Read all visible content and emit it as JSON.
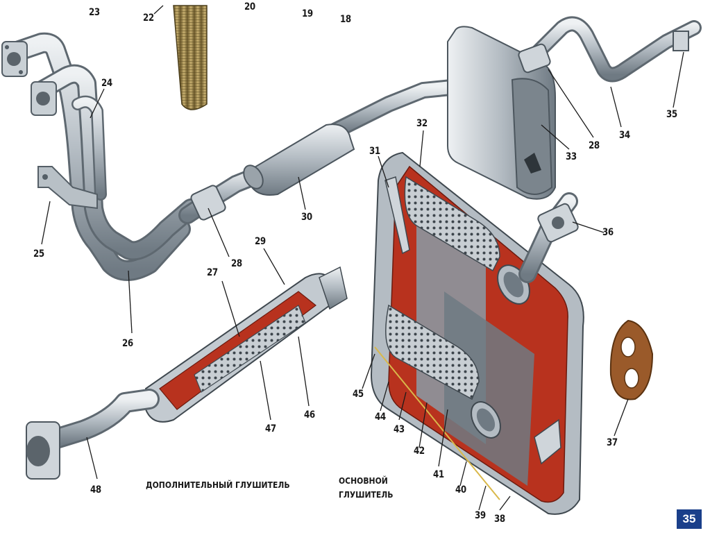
{
  "callouts": {
    "c23": "23",
    "c22": "22",
    "c20": "20",
    "c19": "19",
    "c18": "18",
    "c24": "24",
    "c25": "25",
    "c26": "26",
    "c27": "27",
    "c28a": "28",
    "c29": "29",
    "c30": "30",
    "c31": "31",
    "c32": "32",
    "c33": "33",
    "c28b": "28",
    "c34": "34",
    "c35": "35",
    "c36": "36",
    "c37": "37",
    "c38": "38",
    "c39": "39",
    "c40": "40",
    "c41": "41",
    "c42": "42",
    "c43": "43",
    "c44": "44",
    "c45": "45",
    "c46": "46",
    "c47": "47",
    "c48": "48"
  },
  "captions": {
    "aux_muffler": "ДОПОЛНИТЕЛЬНЫЙ ГЛУШИТЕЛЬ",
    "main_muffler_line1": "ОСНОВНОЙ",
    "main_muffler_line2": "ГЛУШИТЕЛЬ"
  },
  "page_number": "35",
  "colors": {
    "metal_light": "#d9dee2",
    "metal_mid": "#a9b1b8",
    "metal_dark": "#6f7a83",
    "insulation_red": "#b8321e",
    "flex_hose": "#a8904e",
    "gasket": "#9a5a2a",
    "badge": "#1a3f8a"
  }
}
